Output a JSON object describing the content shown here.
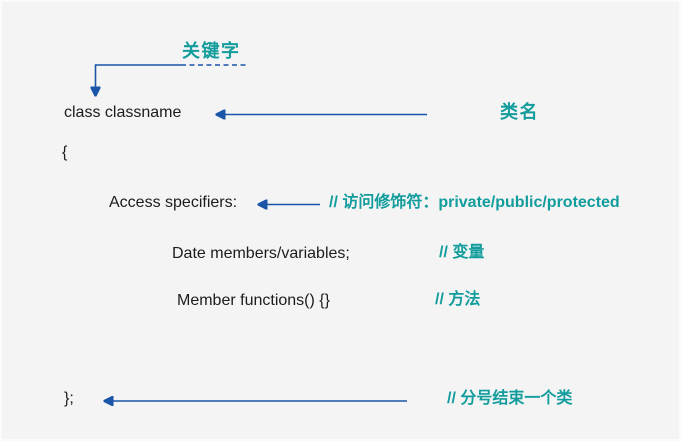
{
  "colors": {
    "bg": "#f4f4f5",
    "border": "#fbfbfb",
    "ink": "#1c1c1e",
    "teal": "#129c9c",
    "blue": "#1b55a8"
  },
  "labels": {
    "keyword": "关键字",
    "class_name": "类名"
  },
  "code": {
    "class_declaration": "class classname",
    "open_brace": "{",
    "access_specifiers": "Access specifiers:",
    "data_members": "Date members/variables;",
    "member_functions": "Member functions() {}",
    "closing_brace": "};"
  },
  "comments": {
    "access": "// 访问修饰符：private/public/protected",
    "members": "// 变量",
    "functions": "// 方法",
    "closing": "// 分号结束一个类"
  }
}
